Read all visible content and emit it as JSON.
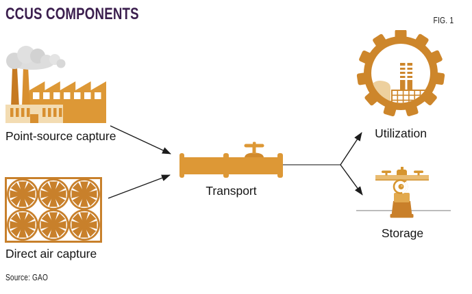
{
  "header": {
    "title": "CCUS COMPONENTS",
    "figure_label": "FIG. 1"
  },
  "footer": {
    "source": "Source: GAO"
  },
  "diagram": {
    "nodes": [
      {
        "id": "point-source-capture",
        "label": "Point-source capture",
        "icon": "factory-icon"
      },
      {
        "id": "direct-air-capture",
        "label": "Direct air capture",
        "icon": "fan-array-icon"
      },
      {
        "id": "transport",
        "label": "Transport",
        "icon": "pipeline-icon"
      },
      {
        "id": "utilization",
        "label": "Utilization",
        "icon": "gear-factory-icon"
      },
      {
        "id": "storage",
        "label": "Storage",
        "icon": "wellhead-icon"
      }
    ],
    "edges": [
      {
        "from": "point-source-capture",
        "to": "transport"
      },
      {
        "from": "direct-air-capture",
        "to": "transport"
      },
      {
        "from": "transport",
        "to": "utilization"
      },
      {
        "from": "transport",
        "to": "storage"
      }
    ]
  },
  "colors": {
    "title_purple": "#3B1E4E",
    "orange": "#DD9836",
    "dark_orange": "#C8802B",
    "chimney_brown": "#C67A22",
    "beige": "#F3DCB2",
    "dome_tan": "#EDD09E",
    "bar_light_orange": "#E9BC72",
    "base_orange": "#C9802A",
    "smoke_gray": "#DCDCDC",
    "ground_gray": "#A6A6A6",
    "arrow_black": "#1c1c1c"
  }
}
